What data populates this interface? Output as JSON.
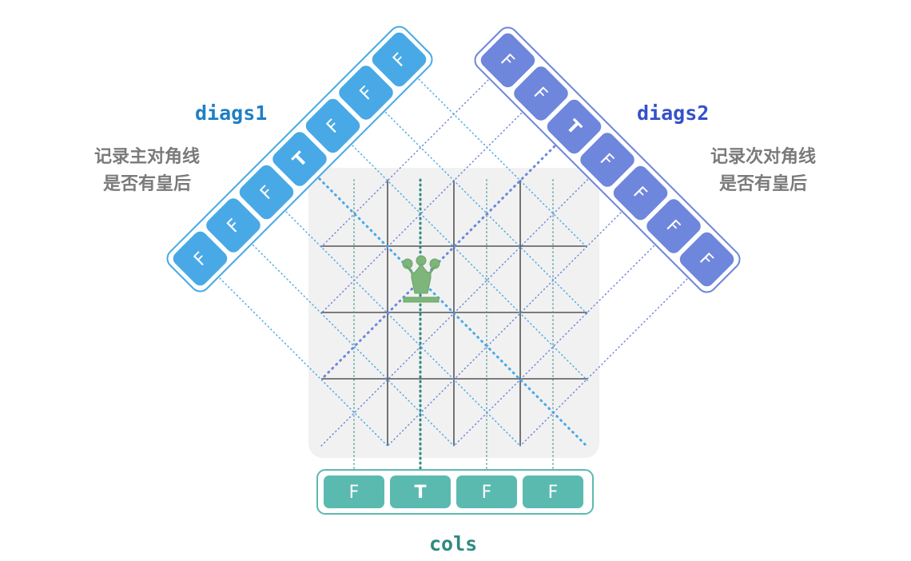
{
  "colors": {
    "diags1": "#48a9e6",
    "diags1_label": "#1f7fc6",
    "diags2": "#6e86dc",
    "diags2_label": "#3551c8",
    "cols": "#5bbab0",
    "cols_label": "#2f8a80",
    "queen": "#7db57a",
    "board": "#f1f1f1"
  },
  "diags1": {
    "label": "diags1",
    "desc_line1": "记录主对角线",
    "desc_line2": "是否有皇后",
    "values": [
      "F",
      "F",
      "F",
      "T",
      "F",
      "F",
      "F"
    ]
  },
  "diags2": {
    "label": "diags2",
    "desc_line1": "记录次对角线",
    "desc_line2": "是否有皇后",
    "values": [
      "F",
      "F",
      "T",
      "F",
      "F",
      "F",
      "F"
    ]
  },
  "cols": {
    "label": "cols",
    "values": [
      "F",
      "T",
      "F",
      "F"
    ]
  },
  "board": {
    "size": 4,
    "queen": {
      "row": 1,
      "col": 1
    },
    "queen_icon": "queen-icon"
  }
}
